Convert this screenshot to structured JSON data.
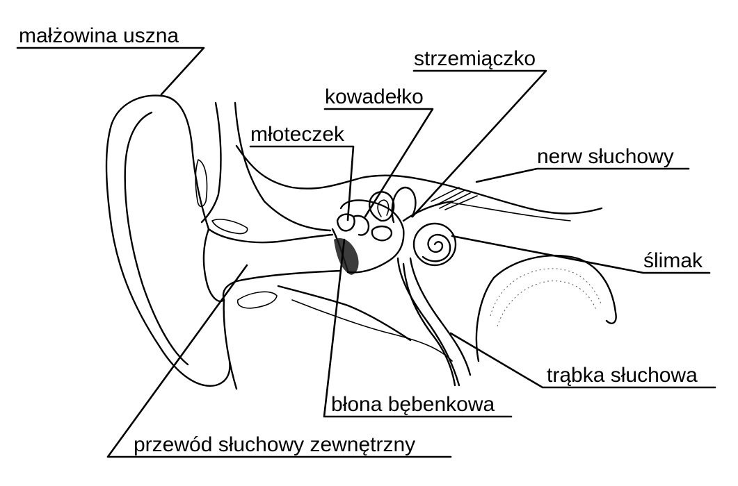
{
  "labels": {
    "malzowina": "małżowina uszna",
    "strzemiaczko": "strzemiączko",
    "kowadelko": "kowadełko",
    "mloteczek": "młoteczek",
    "nerw": "nerw słuchowy",
    "slimak": "ślimak",
    "trabka": "trąbka słuchowa",
    "blona": "błona bębenkowa",
    "przewod": "przewód słuchowy zewnętrzny"
  },
  "colors": {
    "ink": "#000000",
    "background": "#ffffff"
  }
}
